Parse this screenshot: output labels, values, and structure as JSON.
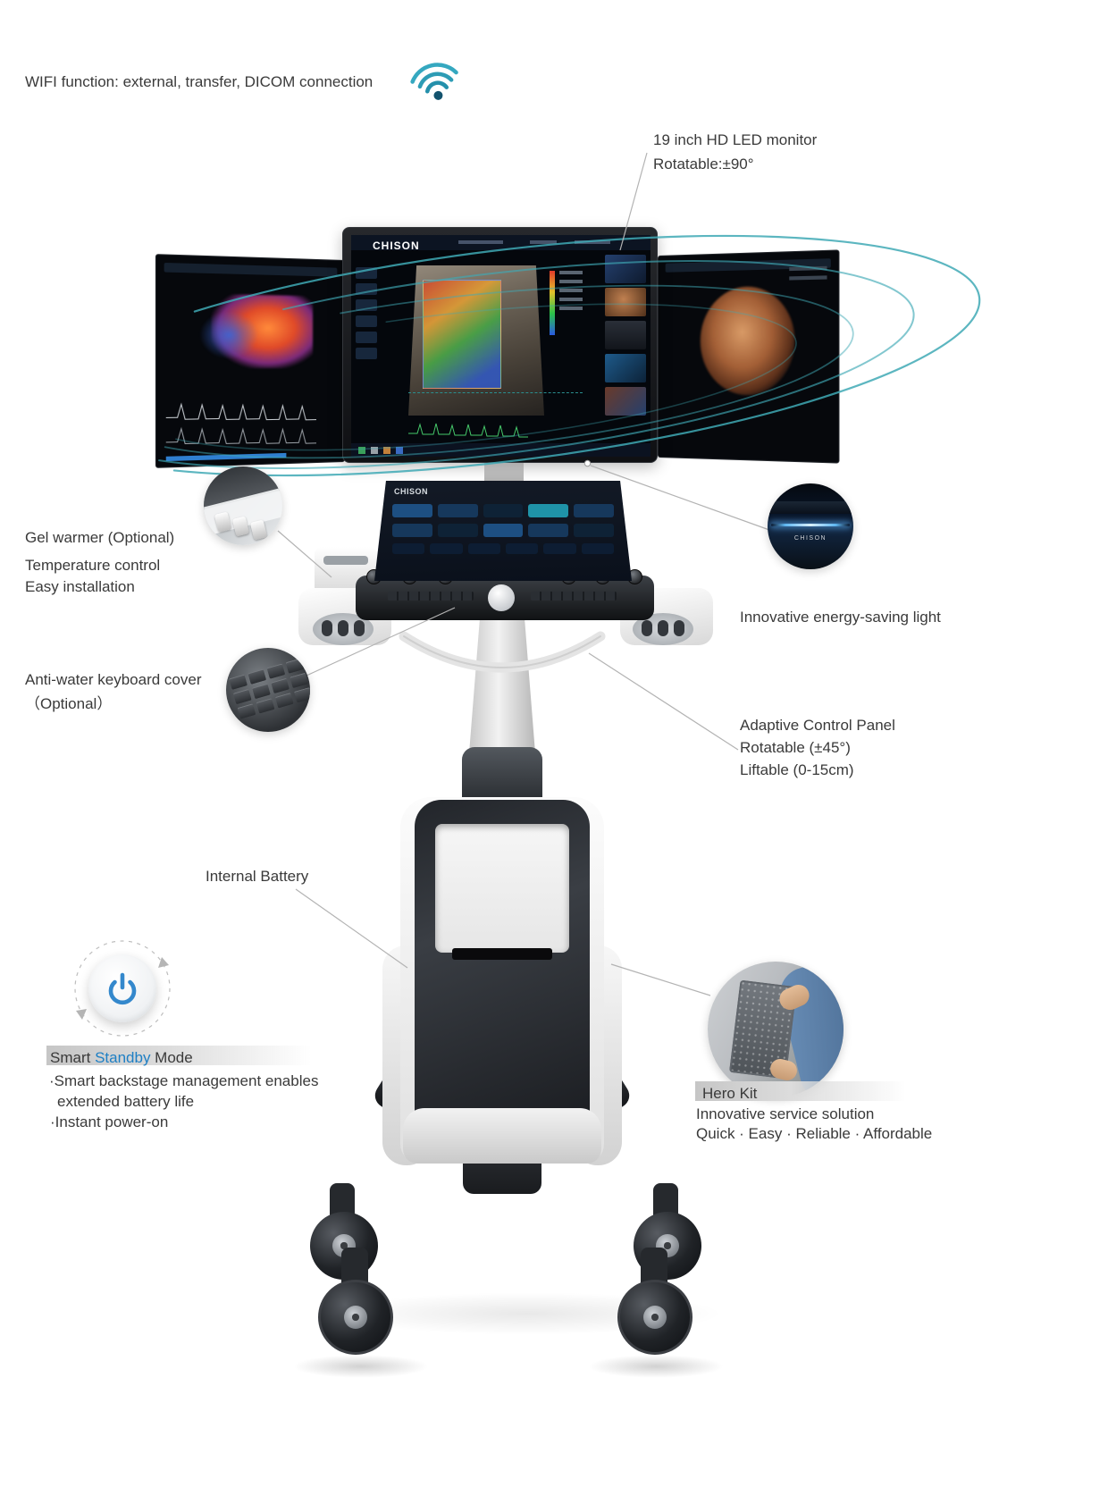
{
  "brand": "CHISON",
  "colors": {
    "accent_teal": "#3fa9b5",
    "accent_blue": "#1e7fc4",
    "power_blue": "#3488cc",
    "text": "#3a3a3a",
    "callout_line": "#b3b3b3"
  },
  "annotations": {
    "wifi": {
      "label": "WIFI function: external, transfer, DICOM connection"
    },
    "monitor": {
      "line1": "19 inch HD LED monitor",
      "line2": "Rotatable:±90°"
    },
    "gel_warmer": {
      "title": "Gel warmer (Optional)",
      "line1": "Temperature control",
      "line2": "Easy installation"
    },
    "keyboard": {
      "line1": "Anti-water keyboard cover",
      "line2": "（Optional）"
    },
    "light": {
      "label": "Innovative energy-saving light"
    },
    "control_panel": {
      "line1": "Adaptive Control Panel",
      "line2": "Rotatable (±45°)",
      "line3": "Liftable (0-15cm)"
    },
    "battery": {
      "label": "Internal Battery"
    },
    "standby": {
      "pre": "Smart ",
      "highlight": "Standby",
      "post": " Mode",
      "line1": "·Smart backstage management enables",
      "line2": "extended battery life",
      "line3": "·Instant power-on"
    },
    "hero_kit": {
      "title": "Hero Kit",
      "line1": "Innovative service solution",
      "line2": "Quick · Easy · Reliable · Affordable"
    }
  }
}
